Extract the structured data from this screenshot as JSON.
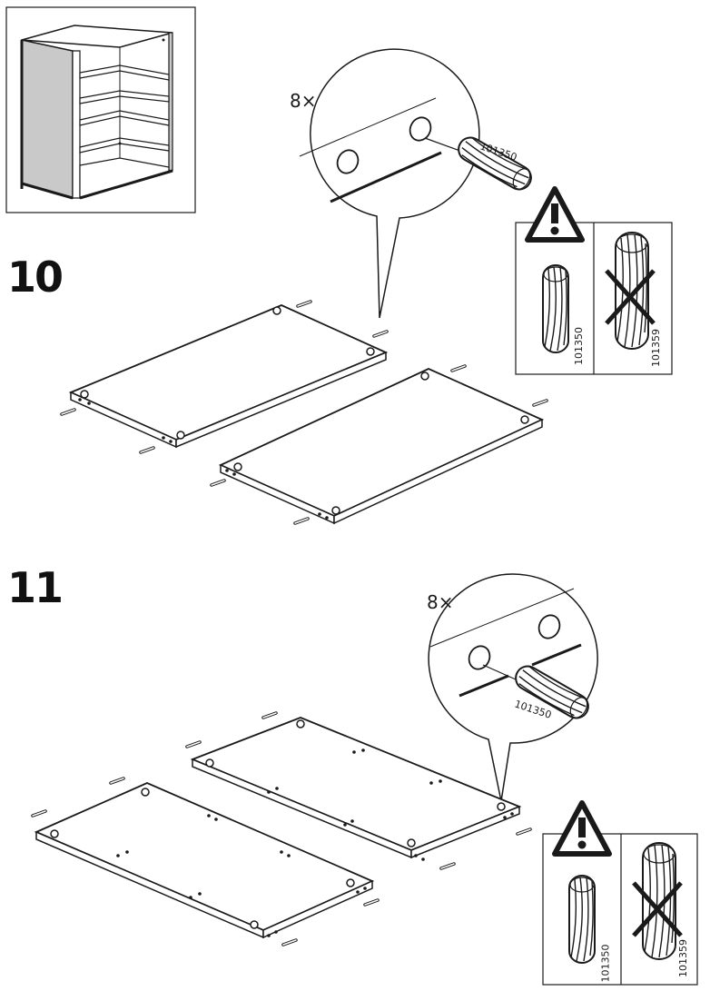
{
  "steps": [
    {
      "number": "10",
      "quantity": "8×",
      "dowel_code": "101350",
      "warning": {
        "correct_code": "101350",
        "wrong_code": "101359"
      }
    },
    {
      "number": "11",
      "quantity": "8×",
      "dowel_code": "101350",
      "warning": {
        "correct_code": "101350",
        "wrong_code": "101359"
      }
    }
  ],
  "icons": {
    "warning": "warning-triangle-icon",
    "forbidden": "cross-icon"
  },
  "colors": {
    "line": "#1a1a1a",
    "cabinet_side": "#c9c9c9"
  }
}
